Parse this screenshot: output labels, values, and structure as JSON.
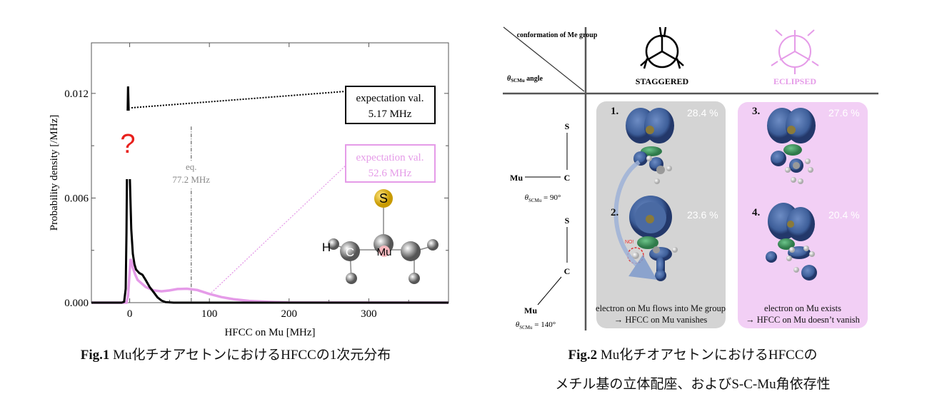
{
  "fig1": {
    "caption_label": "Fig.1",
    "caption_text": " Mu化チオアセトンにおけるHFCCの1次元分布",
    "question_mark": "?",
    "box_black": {
      "line1": "expectation val.",
      "line2": "5.17 MHz"
    },
    "box_pink": {
      "line1": "expectation val.",
      "line2": "52.6 MHz"
    },
    "eq_label": {
      "line1": "eq.",
      "line2": "77.2 MHz"
    },
    "molecule_labels": {
      "s": "S",
      "h": "H",
      "c": "C",
      "mu": "Mu"
    }
  },
  "chart_data": {
    "type": "line",
    "title": "",
    "xlabel": "HFCC on Mu [MHz]",
    "ylabel": "Probability density [/MHz]",
    "xlim": [
      -48,
      400
    ],
    "ylim": [
      0,
      0.0149
    ],
    "xticks": [
      0,
      100,
      200,
      300
    ],
    "xtick_labels": [
      "0",
      "100",
      "200",
      "300"
    ],
    "yticks": [
      0.0,
      0.006,
      0.012
    ],
    "ytick_labels": [
      "0.000",
      "0.006",
      "0.012"
    ],
    "vline": {
      "x": 77.2,
      "label": "eq. 77.2 MHz"
    },
    "grid": false,
    "colors": {
      "black": "#000000",
      "pink": "#e59be8",
      "eq": "#888888",
      "question": "#e8201c"
    },
    "series": [
      {
        "name": "staggered",
        "expectation": 5.17,
        "x": [
          -48,
          -10,
          -7,
          -5,
          -4,
          -3,
          -2,
          -1,
          0,
          2,
          4,
          6,
          8,
          12,
          16,
          20,
          25,
          30,
          35,
          40,
          45,
          55,
          400
        ],
        "y": [
          0,
          0,
          5e-05,
          0.0008,
          0.004,
          0.0095,
          0.0124,
          0.0105,
          0.0075,
          0.0042,
          0.0028,
          0.0022,
          0.0019,
          0.0017,
          0.0016,
          0.0013,
          0.0009,
          0.0006,
          0.0003,
          0.00012,
          3e-05,
          0,
          0
        ]
      },
      {
        "name": "eclipsed",
        "expectation": 52.6,
        "x": [
          -48,
          -4,
          -2,
          0,
          1,
          2,
          4,
          7,
          10,
          15,
          20,
          30,
          40,
          50,
          60,
          72,
          85,
          100,
          115,
          130,
          150,
          175,
          200,
          400
        ],
        "y": [
          0,
          0,
          0.0004,
          0.0018,
          0.0025,
          0.0024,
          0.002,
          0.0016,
          0.0013,
          0.0011,
          0.0009,
          0.0007,
          0.00065,
          0.0007,
          0.00078,
          0.0008,
          0.00072,
          0.0005,
          0.00032,
          0.0002,
          0.0001,
          4e-05,
          1e-05,
          0
        ]
      }
    ]
  },
  "fig2": {
    "caption_line1_label": "Fig.2",
    "caption_line1_text": " Mu化チオアセトンにおけるHFCCの",
    "caption_line2": "メチル基の立体配座、およびS-C-Mu角依存性",
    "header_conformation": "conformation of Me group",
    "header_angle_symbol": "θ",
    "header_angle_sub": "SCMu",
    "header_angle_text": " angle",
    "col_staggered": "STAGGERED",
    "col_eclipsed": "ECLIPSED",
    "rows": [
      {
        "s": "S",
        "c": "C",
        "mu": "Mu",
        "theta": "θ",
        "sub": "SCMu",
        "value": " = 90°"
      },
      {
        "s": "S",
        "c": "C",
        "mu": "Mu",
        "theta": "θ",
        "sub": "SCMu",
        "value": " = 140°"
      }
    ],
    "cells": [
      {
        "num": "1.",
        "pct": "28.4 %"
      },
      {
        "num": "2.",
        "pct": "23.6 %"
      },
      {
        "num": "3.",
        "pct": "27.6 %"
      },
      {
        "num": "4.",
        "pct": "20.4 %"
      }
    ],
    "no_label": "NO!",
    "staggered_desc": {
      "line1": "electron on Mu flows into Me group",
      "line2": "→ HFCC on Mu vanishes"
    },
    "eclipsed_desc": {
      "line1": "electron on Mu exists",
      "line2": "→ HFCC on Mu doesn’t vanish"
    },
    "colors": {
      "gray_box": "#d4d4d4",
      "pink_box": "#f2cff5",
      "orbital": "#3d5e99",
      "green": "#3e9a5e"
    }
  }
}
